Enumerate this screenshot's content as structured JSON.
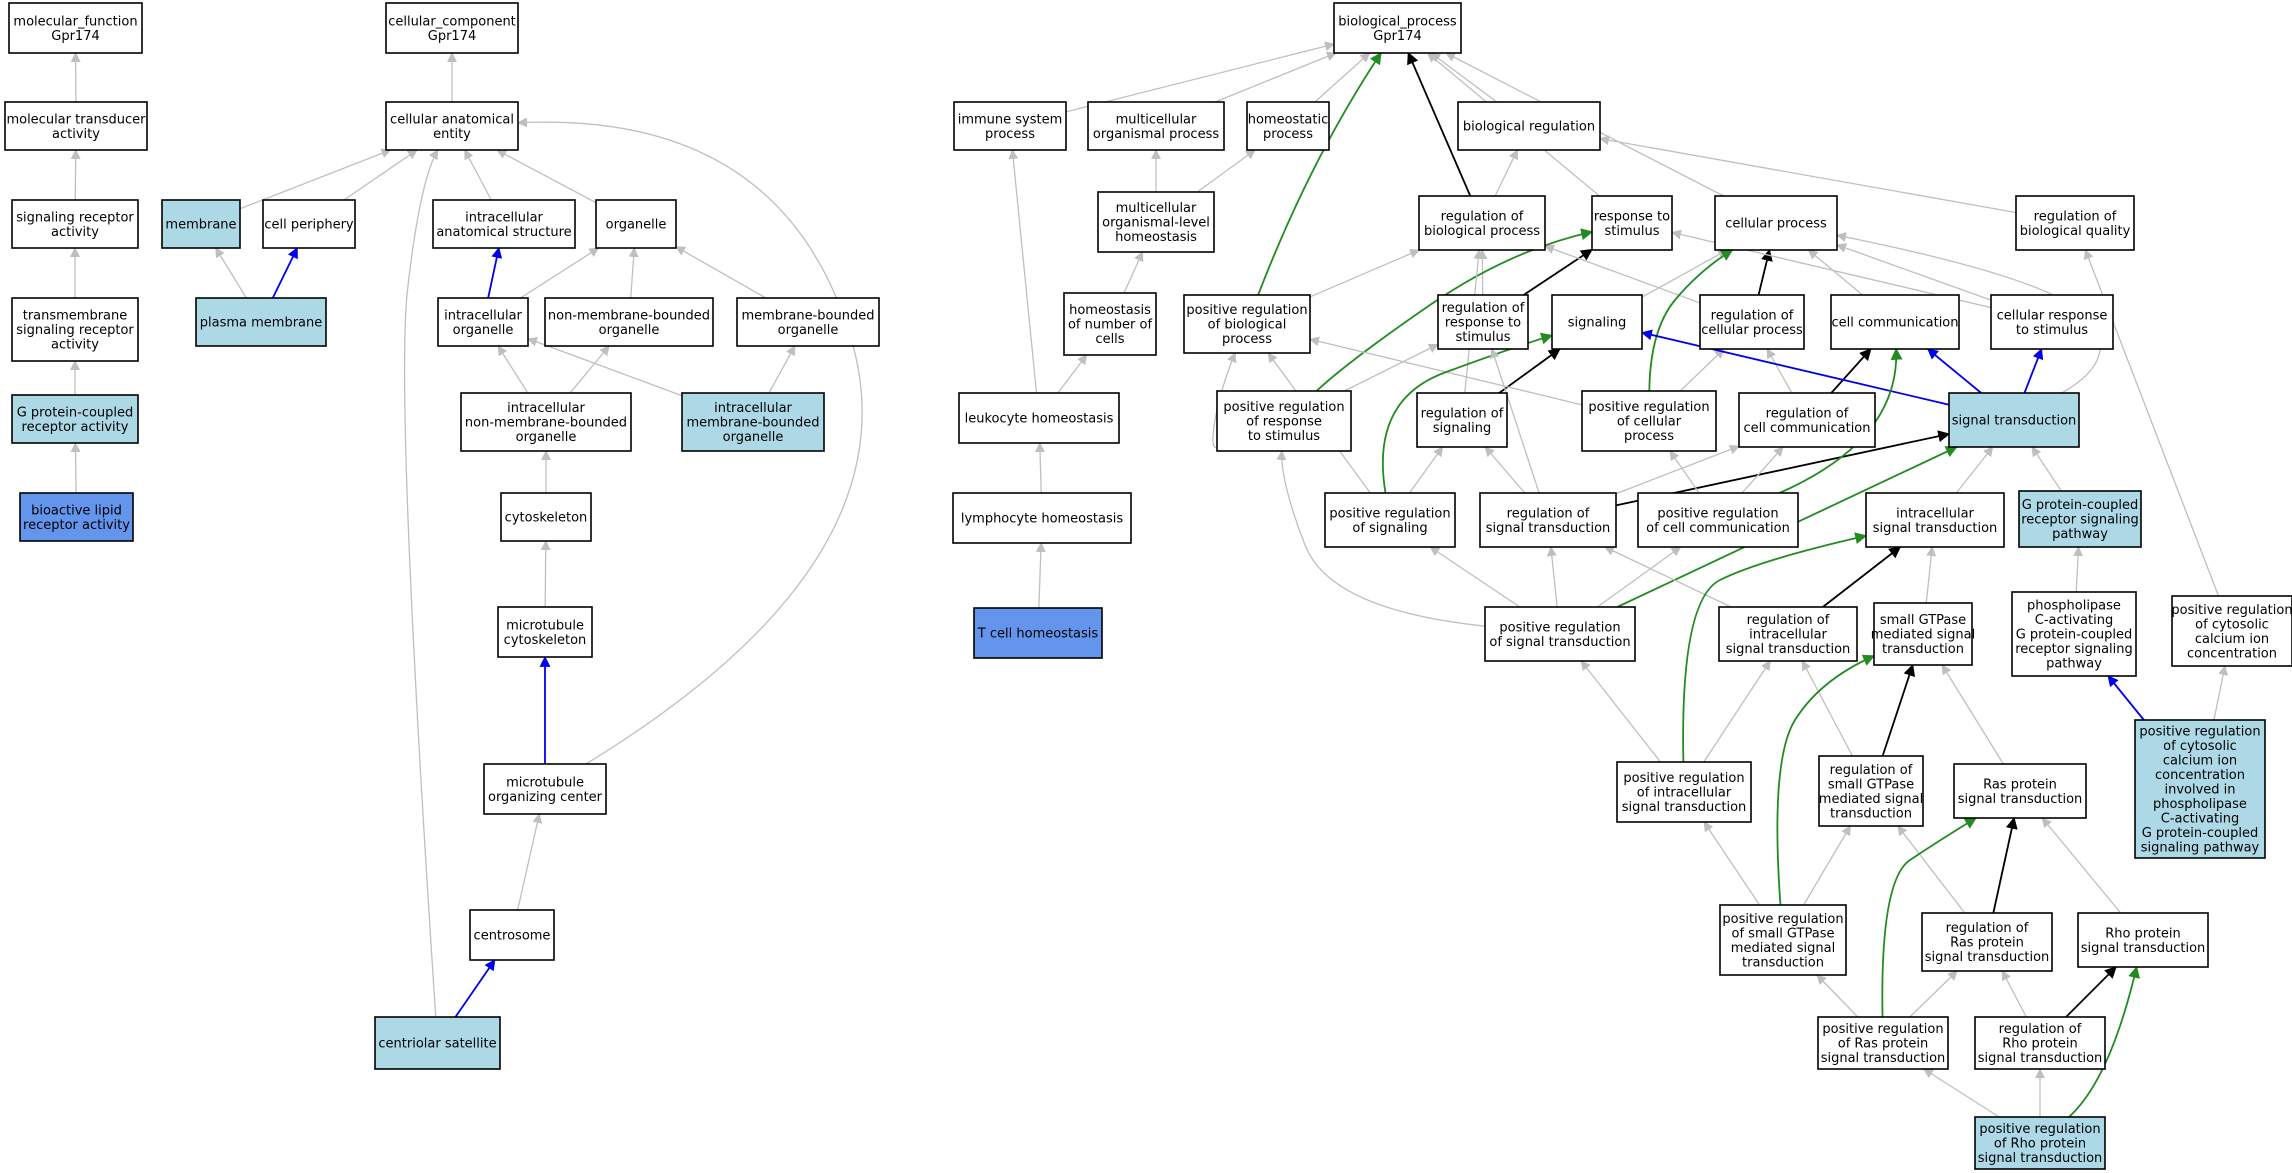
{
  "palette": {
    "node_default": "#ffffff",
    "node_annotated": "#add8e6",
    "node_direct": "#6495ed",
    "edge_is_a": "#bfbfbf",
    "edge_part_of": "#0000ee",
    "edge_regulates": "#000000",
    "edge_positively_regulates": "#228b22"
  },
  "nodes": [
    {
      "id": "mf",
      "lines": [
        "molecular_function",
        "Gpr174"
      ],
      "fill": "node_default",
      "icon": "go-term-box"
    },
    {
      "id": "mta",
      "lines": [
        "molecular transducer",
        "activity"
      ],
      "fill": "node_default"
    },
    {
      "id": "sra",
      "lines": [
        "signaling receptor",
        "activity"
      ],
      "fill": "node_default"
    },
    {
      "id": "tsra",
      "lines": [
        "transmembrane",
        "signaling receptor",
        "activity"
      ],
      "fill": "node_default"
    },
    {
      "id": "gpcr",
      "lines": [
        "G protein-coupled",
        "receptor activity"
      ],
      "fill": "node_annotated"
    },
    {
      "id": "blra",
      "lines": [
        "bioactive lipid",
        "receptor activity"
      ],
      "fill": "node_direct"
    },
    {
      "id": "cc",
      "lines": [
        "cellular_component",
        "Gpr174"
      ],
      "fill": "node_default"
    },
    {
      "id": "cae",
      "lines": [
        "cellular anatomical",
        "entity"
      ],
      "fill": "node_default"
    },
    {
      "id": "mem",
      "lines": [
        "membrane"
      ],
      "fill": "node_annotated"
    },
    {
      "id": "cp",
      "lines": [
        "cell periphery"
      ],
      "fill": "node_default"
    },
    {
      "id": "ias",
      "lines": [
        "intracellular",
        "anatomical structure"
      ],
      "fill": "node_default"
    },
    {
      "id": "org",
      "lines": [
        "organelle"
      ],
      "fill": "node_default"
    },
    {
      "id": "pm",
      "lines": [
        "plasma membrane"
      ],
      "fill": "node_annotated"
    },
    {
      "id": "io",
      "lines": [
        "intracellular",
        "organelle"
      ],
      "fill": "node_default"
    },
    {
      "id": "nmbo",
      "lines": [
        "non-membrane-bounded",
        "organelle"
      ],
      "fill": "node_default"
    },
    {
      "id": "mbo",
      "lines": [
        "membrane-bounded",
        "organelle"
      ],
      "fill": "node_default"
    },
    {
      "id": "inmbo",
      "lines": [
        "intracellular",
        "non-membrane-bounded",
        "organelle"
      ],
      "fill": "node_default"
    },
    {
      "id": "imbo",
      "lines": [
        "intracellular",
        "membrane-bounded",
        "organelle"
      ],
      "fill": "node_annotated"
    },
    {
      "id": "cyto",
      "lines": [
        "cytoskeleton"
      ],
      "fill": "node_default"
    },
    {
      "id": "mtc",
      "lines": [
        "microtubule",
        "cytoskeleton"
      ],
      "fill": "node_default"
    },
    {
      "id": "mtoc",
      "lines": [
        "microtubule",
        "organizing center"
      ],
      "fill": "node_default"
    },
    {
      "id": "cent",
      "lines": [
        "centrosome"
      ],
      "fill": "node_default"
    },
    {
      "id": "cs",
      "lines": [
        "centriolar satellite"
      ],
      "fill": "node_annotated"
    },
    {
      "id": "bp",
      "lines": [
        "biological_process",
        "Gpr174"
      ],
      "fill": "node_default"
    },
    {
      "id": "isp",
      "lines": [
        "immune system",
        "process"
      ],
      "fill": "node_default"
    },
    {
      "id": "mop",
      "lines": [
        "multicellular",
        "organismal process"
      ],
      "fill": "node_default"
    },
    {
      "id": "hp",
      "lines": [
        "homeostatic",
        "process"
      ],
      "fill": "node_default"
    },
    {
      "id": "breg",
      "lines": [
        "biological regulation"
      ],
      "fill": "node_default"
    },
    {
      "id": "molh",
      "lines": [
        "multicellular",
        "organismal-level",
        "homeostasis"
      ],
      "fill": "node_default"
    },
    {
      "id": "rbp",
      "lines": [
        "regulation of",
        "biological process"
      ],
      "fill": "node_default"
    },
    {
      "id": "rts",
      "lines": [
        "response to",
        "stimulus"
      ],
      "fill": "node_default"
    },
    {
      "id": "cellp",
      "lines": [
        "cellular process"
      ],
      "fill": "node_default"
    },
    {
      "id": "rbq",
      "lines": [
        "regulation of",
        "biological quality"
      ],
      "fill": "node_default"
    },
    {
      "id": "hnc",
      "lines": [
        "homeostasis",
        "of number of",
        "cells"
      ],
      "fill": "node_default"
    },
    {
      "id": "prbp",
      "lines": [
        "positive regulation",
        "of biological",
        "process"
      ],
      "fill": "node_default"
    },
    {
      "id": "rrts",
      "lines": [
        "regulation of",
        "response to",
        "stimulus"
      ],
      "fill": "node_default"
    },
    {
      "id": "sig",
      "lines": [
        "signaling"
      ],
      "fill": "node_default"
    },
    {
      "id": "rcp",
      "lines": [
        "regulation of",
        "cellular process"
      ],
      "fill": "node_default"
    },
    {
      "id": "cc2",
      "lines": [
        "cell communication"
      ],
      "fill": "node_default"
    },
    {
      "id": "crs",
      "lines": [
        "cellular response",
        "to stimulus"
      ],
      "fill": "node_default"
    },
    {
      "id": "lh",
      "lines": [
        "leukocyte homeostasis"
      ],
      "fill": "node_default"
    },
    {
      "id": "prrs",
      "lines": [
        "positive regulation",
        "of response",
        "to stimulus"
      ],
      "fill": "node_default"
    },
    {
      "id": "rsig",
      "lines": [
        "regulation of",
        "signaling"
      ],
      "fill": "node_default"
    },
    {
      "id": "prcp",
      "lines": [
        "positive regulation",
        "of cellular",
        "process"
      ],
      "fill": "node_default"
    },
    {
      "id": "rcc",
      "lines": [
        "regulation of",
        "cell communication"
      ],
      "fill": "node_default"
    },
    {
      "id": "st",
      "lines": [
        "signal transduction"
      ],
      "fill": "node_annotated"
    },
    {
      "id": "lyh",
      "lines": [
        "lymphocyte homeostasis"
      ],
      "fill": "node_default"
    },
    {
      "id": "prsig",
      "lines": [
        "positive regulation",
        "of signaling"
      ],
      "fill": "node_default"
    },
    {
      "id": "rst",
      "lines": [
        "regulation of",
        "signal transduction"
      ],
      "fill": "node_default"
    },
    {
      "id": "prcc",
      "lines": [
        "positive regulation",
        "of cell communication"
      ],
      "fill": "node_default"
    },
    {
      "id": "ist",
      "lines": [
        "intracellular",
        "signal transduction"
      ],
      "fill": "node_default"
    },
    {
      "id": "gpcrsp",
      "lines": [
        "G protein-coupled",
        "receptor signaling",
        "pathway"
      ],
      "fill": "node_annotated"
    },
    {
      "id": "tch",
      "lines": [
        "T cell homeostasis"
      ],
      "fill": "node_direct"
    },
    {
      "id": "prst",
      "lines": [
        "positive regulation",
        "of signal transduction"
      ],
      "fill": "node_default"
    },
    {
      "id": "rist",
      "lines": [
        "regulation of",
        "intracellular",
        "signal transduction"
      ],
      "fill": "node_default"
    },
    {
      "id": "sgst",
      "lines": [
        "small GTPase",
        "mediated signal",
        "transduction"
      ],
      "fill": "node_default"
    },
    {
      "id": "plc",
      "lines": [
        "phospholipase",
        "C-activating",
        "G protein-coupled",
        "receptor signaling",
        "pathway"
      ],
      "fill": "node_default"
    },
    {
      "id": "prcci",
      "lines": [
        "positive regulation",
        "of cytosolic",
        "calcium ion",
        "concentration"
      ],
      "fill": "node_default"
    },
    {
      "id": "prist",
      "lines": [
        "positive regulation",
        "of intracellular",
        "signal transduction"
      ],
      "fill": "node_default"
    },
    {
      "id": "rsgst",
      "lines": [
        "regulation of",
        "small GTPase",
        "mediated signal",
        "transduction"
      ],
      "fill": "node_default"
    },
    {
      "id": "rpst",
      "lines": [
        "Ras protein",
        "signal transduction"
      ],
      "fill": "node_default"
    },
    {
      "id": "prcciplc",
      "lines": [
        "positive regulation",
        "of cytosolic",
        "calcium ion",
        "concentration",
        "involved in",
        "phospholipase",
        "C-activating",
        "G protein-coupled",
        "signaling pathway"
      ],
      "fill": "node_annotated"
    },
    {
      "id": "prsgst",
      "lines": [
        "positive regulation",
        "of small GTPase",
        "mediated signal",
        "transduction"
      ],
      "fill": "node_default"
    },
    {
      "id": "rrpst",
      "lines": [
        "regulation of",
        "Ras protein",
        "signal transduction"
      ],
      "fill": "node_default"
    },
    {
      "id": "rhopst",
      "lines": [
        "Rho protein",
        "signal transduction"
      ],
      "fill": "node_default"
    },
    {
      "id": "prrpst",
      "lines": [
        "positive regulation",
        "of Ras protein",
        "signal transduction"
      ],
      "fill": "node_default"
    },
    {
      "id": "rrhopst",
      "lines": [
        "regulation of",
        "Rho protein",
        "signal transduction"
      ],
      "fill": "node_default"
    },
    {
      "id": "prrhopst",
      "lines": [
        "positive regulation",
        "of Rho protein",
        "signal transduction"
      ],
      "fill": "node_annotated"
    }
  ],
  "edges": [
    {
      "from": "mta",
      "to": "mf",
      "type": "edge_is_a"
    },
    {
      "from": "sra",
      "to": "mta",
      "type": "edge_is_a"
    },
    {
      "from": "tsra",
      "to": "sra",
      "type": "edge_is_a"
    },
    {
      "from": "gpcr",
      "to": "tsra",
      "type": "edge_is_a"
    },
    {
      "from": "blra",
      "to": "gpcr",
      "type": "edge_is_a"
    },
    {
      "from": "cae",
      "to": "cc",
      "type": "edge_is_a"
    },
    {
      "from": "mem",
      "to": "cae",
      "type": "edge_is_a"
    },
    {
      "from": "cp",
      "to": "cae",
      "type": "edge_is_a"
    },
    {
      "from": "ias",
      "to": "cae",
      "type": "edge_is_a"
    },
    {
      "from": "org",
      "to": "cae",
      "type": "edge_is_a"
    },
    {
      "from": "pm",
      "to": "mem",
      "type": "edge_is_a"
    },
    {
      "from": "pm",
      "to": "cp",
      "type": "edge_part_of"
    },
    {
      "from": "io",
      "to": "ias",
      "type": "edge_part_of"
    },
    {
      "from": "io",
      "to": "org",
      "type": "edge_is_a"
    },
    {
      "from": "nmbo",
      "to": "org",
      "type": "edge_is_a"
    },
    {
      "from": "mbo",
      "to": "org",
      "type": "edge_is_a"
    },
    {
      "from": "inmbo",
      "to": "io",
      "type": "edge_is_a"
    },
    {
      "from": "inmbo",
      "to": "nmbo",
      "type": "edge_is_a"
    },
    {
      "from": "imbo",
      "to": "io",
      "type": "edge_is_a"
    },
    {
      "from": "imbo",
      "to": "mbo",
      "type": "edge_is_a"
    },
    {
      "from": "cyto",
      "to": "inmbo",
      "type": "edge_is_a"
    },
    {
      "from": "mtc",
      "to": "cyto",
      "type": "edge_is_a"
    },
    {
      "from": "mtoc",
      "to": "mtc",
      "type": "edge_part_of"
    },
    {
      "from": "mtoc",
      "to": "cae",
      "type": "edge_is_a"
    },
    {
      "from": "cent",
      "to": "mtoc",
      "type": "edge_is_a"
    },
    {
      "from": "cs",
      "to": "cent",
      "type": "edge_part_of"
    },
    {
      "from": "cs",
      "to": "cae",
      "type": "edge_is_a"
    },
    {
      "from": "isp",
      "to": "bp",
      "type": "edge_is_a"
    },
    {
      "from": "mop",
      "to": "bp",
      "type": "edge_is_a"
    },
    {
      "from": "hp",
      "to": "bp",
      "type": "edge_is_a"
    },
    {
      "from": "breg",
      "to": "bp",
      "type": "edge_is_a"
    },
    {
      "from": "rts",
      "to": "bp",
      "type": "edge_is_a"
    },
    {
      "from": "cellp",
      "to": "bp",
      "type": "edge_is_a"
    },
    {
      "from": "rbp",
      "to": "breg",
      "type": "edge_is_a"
    },
    {
      "from": "rbp",
      "to": "bp",
      "type": "edge_regulates"
    },
    {
      "from": "rbq",
      "to": "breg",
      "type": "edge_is_a"
    },
    {
      "from": "molh",
      "to": "mop",
      "type": "edge_is_a"
    },
    {
      "from": "molh",
      "to": "hp",
      "type": "edge_is_a"
    },
    {
      "from": "hnc",
      "to": "molh",
      "type": "edge_is_a"
    },
    {
      "from": "prbp",
      "to": "rbp",
      "type": "edge_is_a"
    },
    {
      "from": "prbp",
      "to": "bp",
      "type": "edge_positively_regulates"
    },
    {
      "from": "rrts",
      "to": "rbp",
      "type": "edge_is_a"
    },
    {
      "from": "rrts",
      "to": "rts",
      "type": "edge_regulates"
    },
    {
      "from": "sig",
      "to": "cellp",
      "type": "edge_is_a"
    },
    {
      "from": "rcp",
      "to": "rbp",
      "type": "edge_is_a"
    },
    {
      "from": "rcp",
      "to": "cellp",
      "type": "edge_regulates"
    },
    {
      "from": "cc2",
      "to": "cellp",
      "type": "edge_is_a"
    },
    {
      "from": "crs",
      "to": "rts",
      "type": "edge_is_a"
    },
    {
      "from": "crs",
      "to": "cellp",
      "type": "edge_is_a"
    },
    {
      "from": "lh",
      "to": "isp",
      "type": "edge_is_a"
    },
    {
      "from": "lh",
      "to": "hnc",
      "type": "edge_is_a"
    },
    {
      "from": "prrs",
      "to": "prbp",
      "type": "edge_is_a"
    },
    {
      "from": "prrs",
      "to": "rrts",
      "type": "edge_is_a"
    },
    {
      "from": "prrs",
      "to": "rts",
      "type": "edge_positively_regulates"
    },
    {
      "from": "rsig",
      "to": "rbp",
      "type": "edge_is_a"
    },
    {
      "from": "rsig",
      "to": "sig",
      "type": "edge_regulates"
    },
    {
      "from": "prcp",
      "to": "prbp",
      "type": "edge_is_a"
    },
    {
      "from": "prcp",
      "to": "rcp",
      "type": "edge_is_a"
    },
    {
      "from": "prcp",
      "to": "cellp",
      "type": "edge_positively_regulates"
    },
    {
      "from": "rcc",
      "to": "rcp",
      "type": "edge_is_a"
    },
    {
      "from": "rcc",
      "to": "cc2",
      "type": "edge_regulates"
    },
    {
      "from": "st",
      "to": "cc2",
      "type": "edge_part_of"
    },
    {
      "from": "st",
      "to": "crs",
      "type": "edge_part_of"
    },
    {
      "from": "st",
      "to": "sig",
      "type": "edge_part_of"
    },
    {
      "from": "st",
      "to": "cellp",
      "type": "edge_is_a"
    },
    {
      "from": "lyh",
      "to": "lh",
      "type": "edge_is_a"
    },
    {
      "from": "prsig",
      "to": "prbp",
      "type": "edge_is_a"
    },
    {
      "from": "prsig",
      "to": "rsig",
      "type": "edge_is_a"
    },
    {
      "from": "prsig",
      "to": "sig",
      "type": "edge_positively_regulates"
    },
    {
      "from": "rst",
      "to": "rsig",
      "type": "edge_is_a"
    },
    {
      "from": "rst",
      "to": "rcc",
      "type": "edge_is_a"
    },
    {
      "from": "rst",
      "to": "rrts",
      "type": "edge_is_a"
    },
    {
      "from": "rst",
      "to": "st",
      "type": "edge_regulates"
    },
    {
      "from": "prcc",
      "to": "rcc",
      "type": "edge_is_a"
    },
    {
      "from": "prcc",
      "to": "prcp",
      "type": "edge_is_a"
    },
    {
      "from": "prcc",
      "to": "cc2",
      "type": "edge_positively_regulates"
    },
    {
      "from": "ist",
      "to": "st",
      "type": "edge_is_a"
    },
    {
      "from": "gpcrsp",
      "to": "st",
      "type": "edge_is_a"
    },
    {
      "from": "tch",
      "to": "lyh",
      "type": "edge_is_a"
    },
    {
      "from": "prst",
      "to": "rst",
      "type": "edge_is_a"
    },
    {
      "from": "prst",
      "to": "prsig",
      "type": "edge_is_a"
    },
    {
      "from": "prst",
      "to": "prcc",
      "type": "edge_is_a"
    },
    {
      "from": "prst",
      "to": "prrs",
      "type": "edge_is_a"
    },
    {
      "from": "prst",
      "to": "st",
      "type": "edge_positively_regulates"
    },
    {
      "from": "rist",
      "to": "rst",
      "type": "edge_is_a"
    },
    {
      "from": "rist",
      "to": "ist",
      "type": "edge_regulates"
    },
    {
      "from": "sgst",
      "to": "ist",
      "type": "edge_is_a"
    },
    {
      "from": "plc",
      "to": "gpcrsp",
      "type": "edge_is_a"
    },
    {
      "from": "prcci",
      "to": "rbq",
      "type": "edge_is_a"
    },
    {
      "from": "prist",
      "to": "prst",
      "type": "edge_is_a"
    },
    {
      "from": "prist",
      "to": "rist",
      "type": "edge_is_a"
    },
    {
      "from": "prist",
      "to": "ist",
      "type": "edge_positively_regulates"
    },
    {
      "from": "rsgst",
      "to": "rist",
      "type": "edge_is_a"
    },
    {
      "from": "rsgst",
      "to": "sgst",
      "type": "edge_regulates"
    },
    {
      "from": "rpst",
      "to": "sgst",
      "type": "edge_is_a"
    },
    {
      "from": "prcciplc",
      "to": "plc",
      "type": "edge_part_of"
    },
    {
      "from": "prcciplc",
      "to": "prcci",
      "type": "edge_is_a"
    },
    {
      "from": "prsgst",
      "to": "prist",
      "type": "edge_is_a"
    },
    {
      "from": "prsgst",
      "to": "rsgst",
      "type": "edge_is_a"
    },
    {
      "from": "prsgst",
      "to": "sgst",
      "type": "edge_positively_regulates"
    },
    {
      "from": "rrpst",
      "to": "rsgst",
      "type": "edge_is_a"
    },
    {
      "from": "rrpst",
      "to": "rpst",
      "type": "edge_regulates"
    },
    {
      "from": "rhopst",
      "to": "rpst",
      "type": "edge_is_a"
    },
    {
      "from": "prrpst",
      "to": "prsgst",
      "type": "edge_is_a"
    },
    {
      "from": "prrpst",
      "to": "rrpst",
      "type": "edge_is_a"
    },
    {
      "from": "prrpst",
      "to": "rpst",
      "type": "edge_positively_regulates"
    },
    {
      "from": "rrhopst",
      "to": "rrpst",
      "type": "edge_is_a"
    },
    {
      "from": "rrhopst",
      "to": "rhopst",
      "type": "edge_regulates"
    },
    {
      "from": "prrhopst",
      "to": "prrpst",
      "type": "edge_is_a"
    },
    {
      "from": "prrhopst",
      "to": "rrhopst",
      "type": "edge_is_a"
    },
    {
      "from": "prrhopst",
      "to": "rhopst",
      "type": "edge_positively_regulates"
    }
  ]
}
